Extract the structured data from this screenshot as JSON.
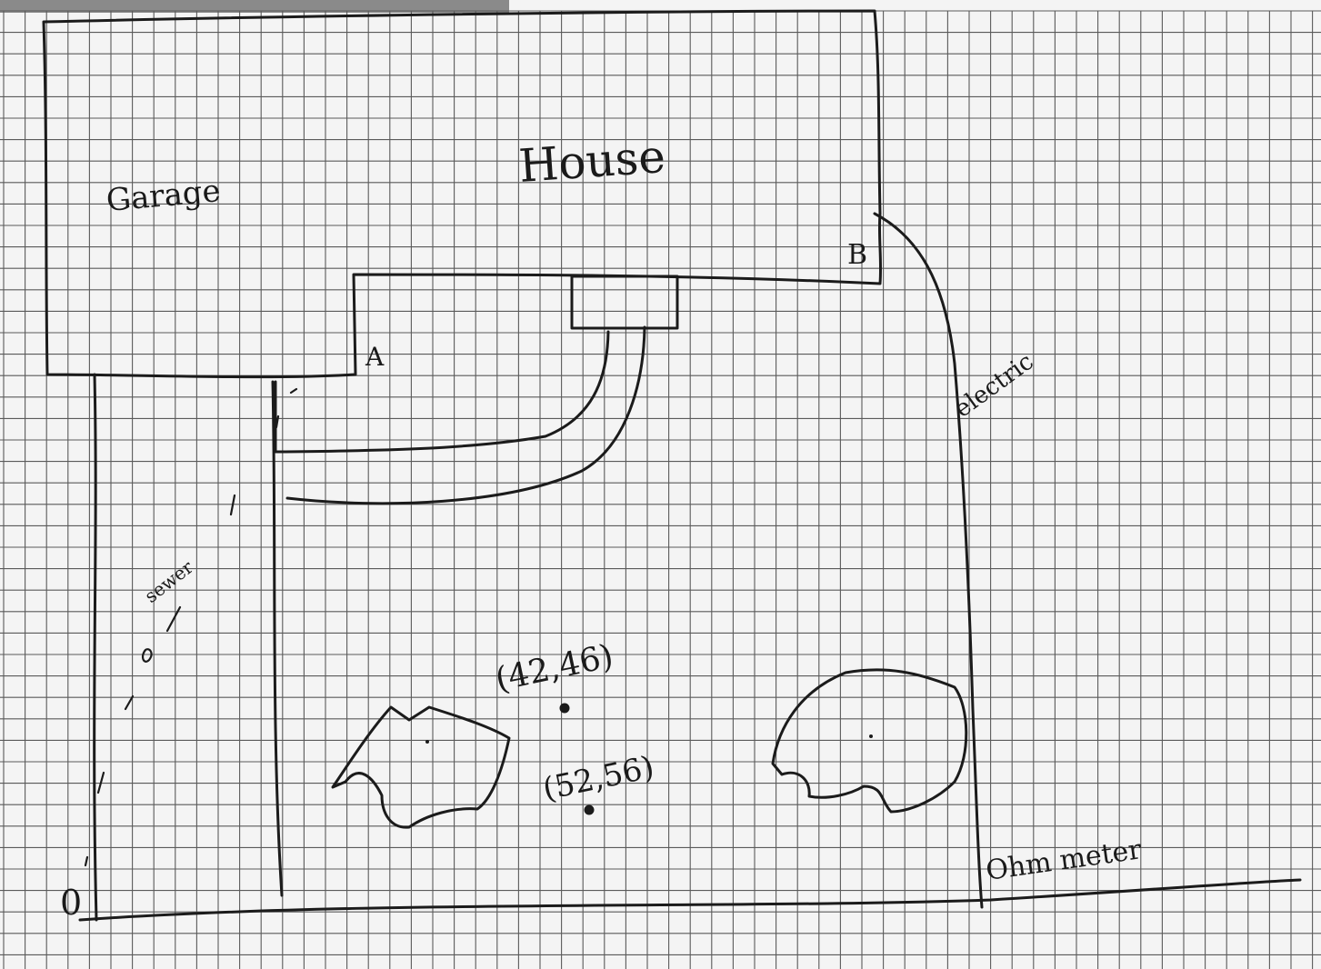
{
  "labels": {
    "house": "House",
    "garage": "Garage",
    "point_a": "A",
    "point_b": "B",
    "electric": "electric",
    "sewer": "sewer",
    "origin": "0",
    "ohm_meter": "Ohm meter",
    "point_1": "(42,46)",
    "point_2": "(52,56)"
  },
  "colors": {
    "paper": "#f4f4f4",
    "grid": "#5a5a5a",
    "ink": "#1b1b1b"
  }
}
